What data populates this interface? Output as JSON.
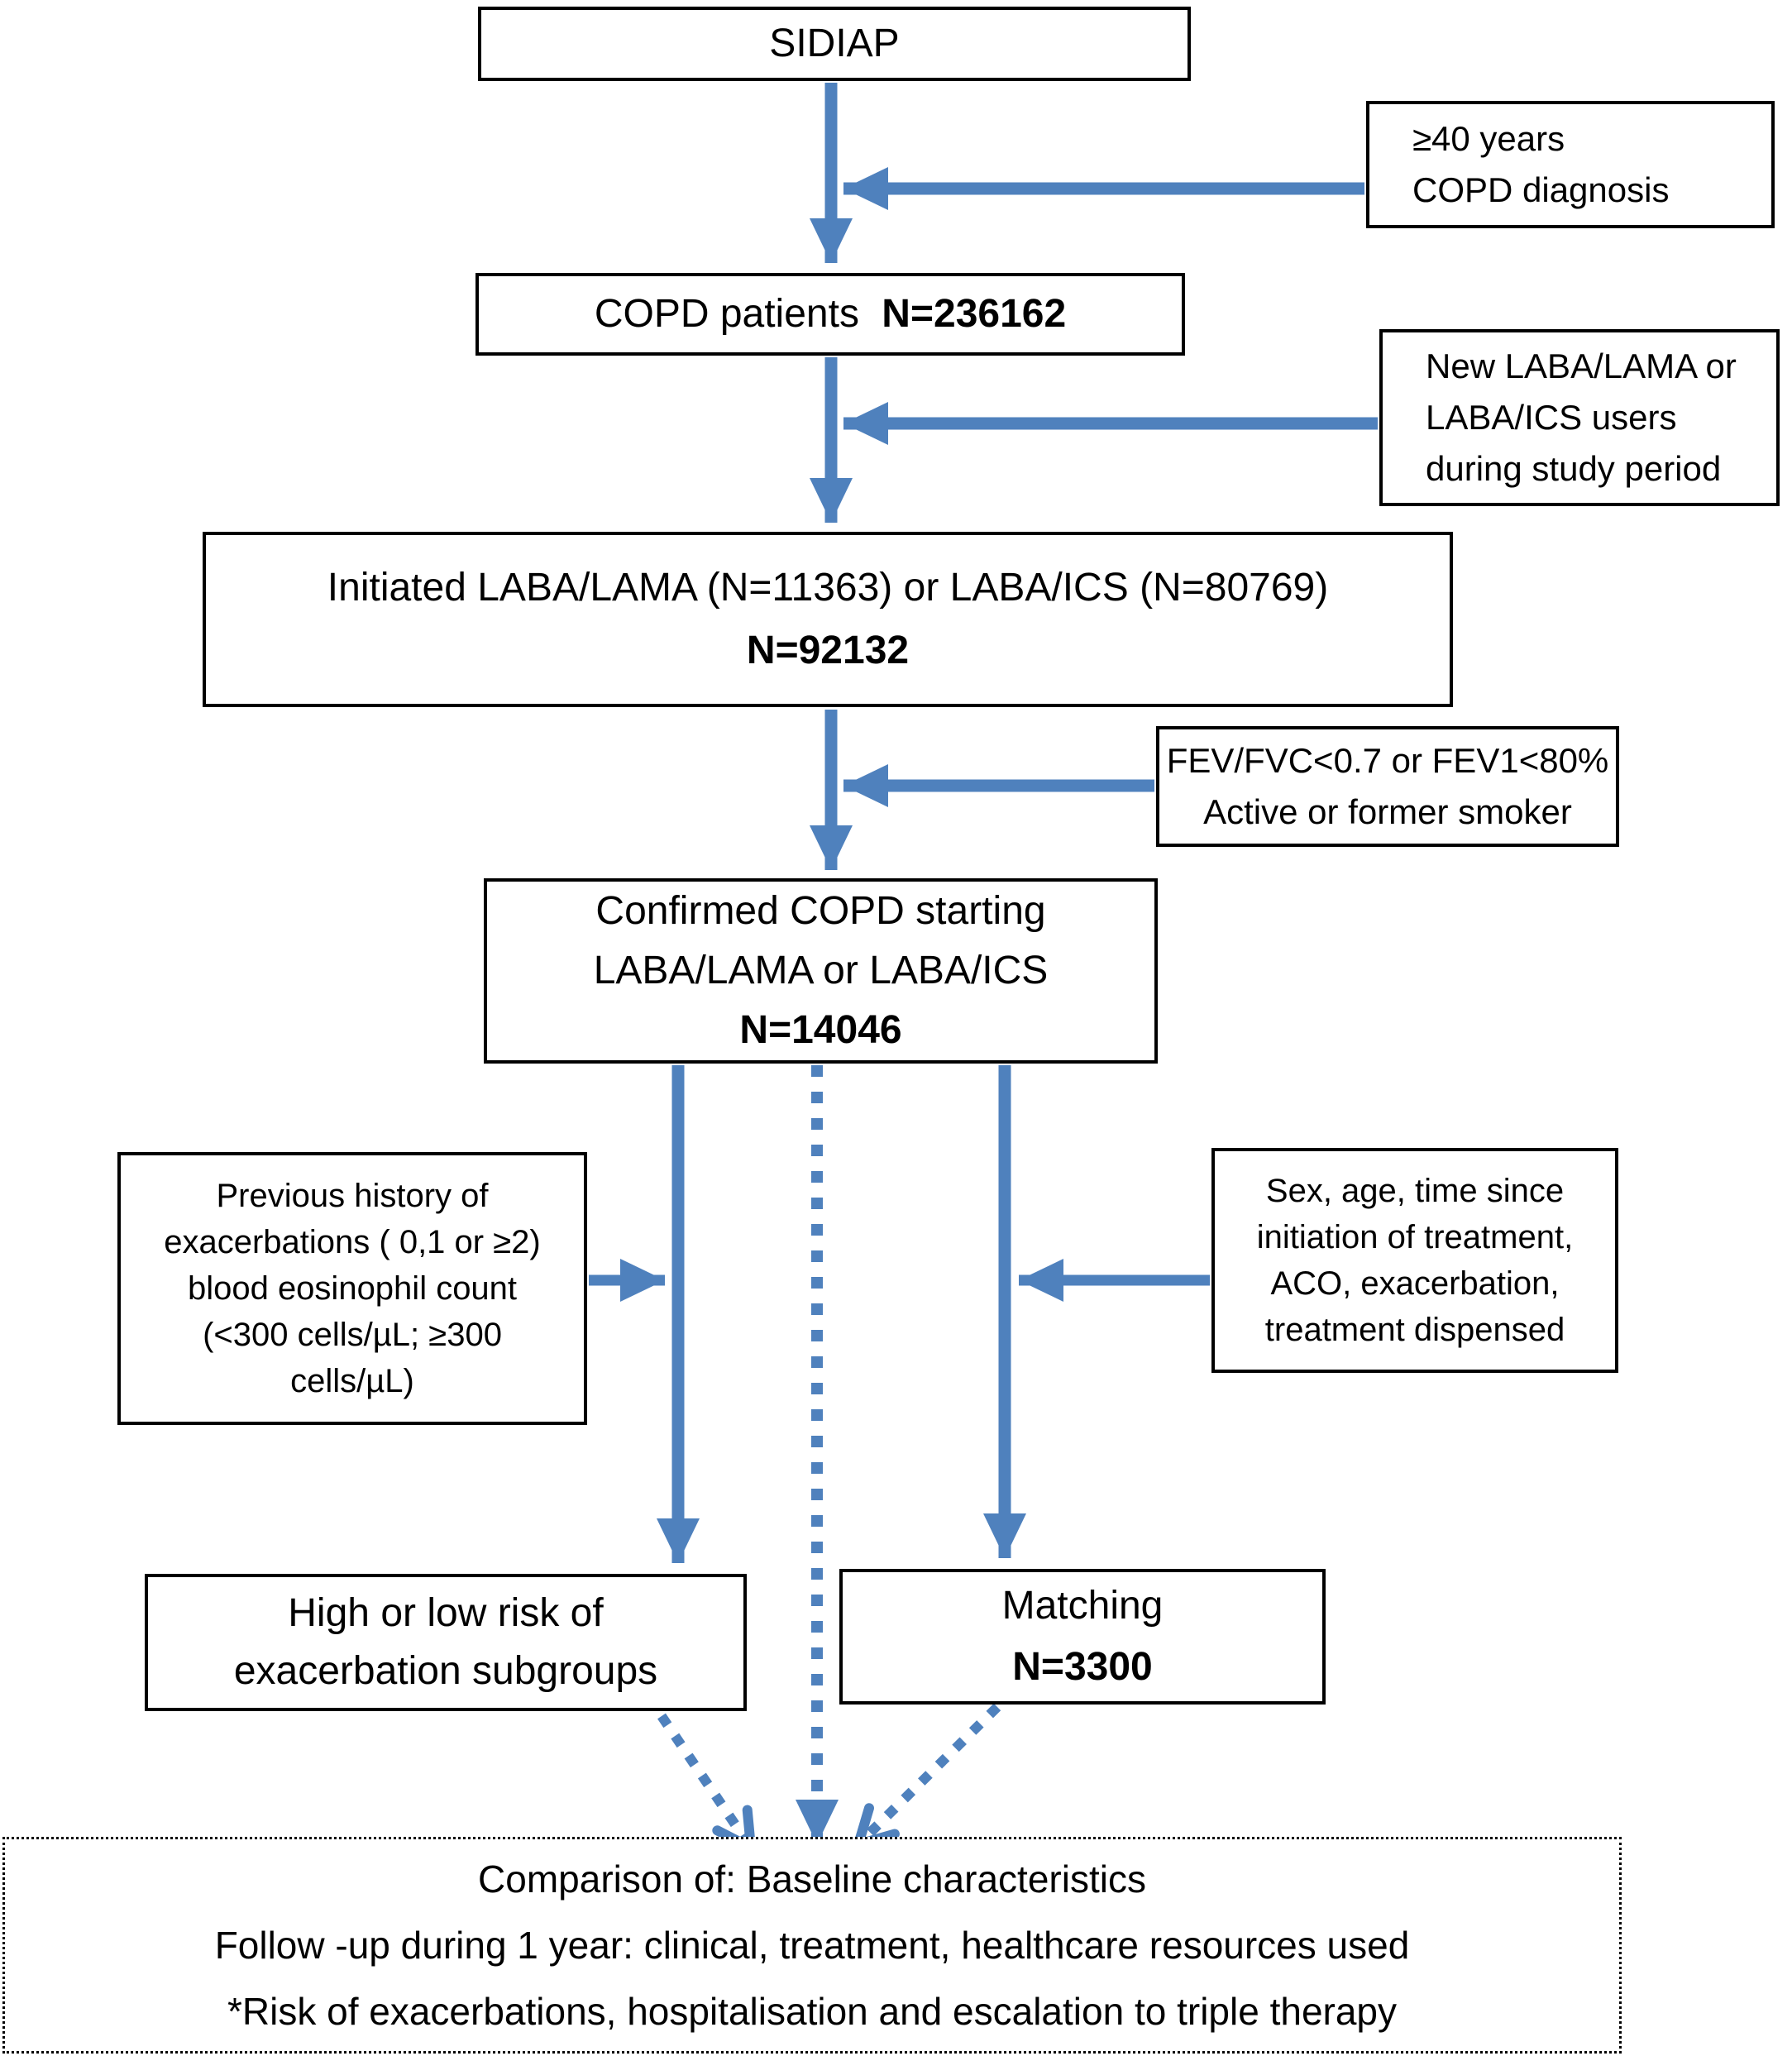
{
  "colors": {
    "arrow": "#4f81bd",
    "border": "#000000",
    "background": "#ffffff",
    "text": "#000000"
  },
  "boxes": {
    "sidiap": {
      "line1": "SIDIAP"
    },
    "age_criteria": {
      "line1": "≥40 years",
      "line2": "COPD diagnosis"
    },
    "copd_patients": {
      "label": "COPD patients",
      "n": "N=236162"
    },
    "new_user_criteria": {
      "line1": "New LABA/LAMA or",
      "line2": "LABA/ICS users",
      "line3": "during study period"
    },
    "initiated": {
      "line1": "Initiated LABA/LAMA (N=11363) or LABA/ICS (N=80769)",
      "n": "N=92132"
    },
    "spirometry_criteria": {
      "line1": "FEV/FVC<0.7 or FEV1<80%",
      "line2": "Active or former smoker"
    },
    "confirmed": {
      "line1": "Confirmed COPD starting",
      "line2": "LABA/LAMA or LABA/ICS",
      "n": "N=14046"
    },
    "exacerbation_history": {
      "line1": "Previous history of",
      "line2": "exacerbations ( 0,1 or ≥2)",
      "line3": "blood eosinophil count",
      "line4": "(<300 cells/µL; ≥300",
      "line5": "cells/µL)"
    },
    "matching_variables": {
      "line1": "Sex, age, time since",
      "line2": "initiation of treatment,",
      "line3": "ACO, exacerbation,",
      "line4": "treatment dispensed"
    },
    "risk_subgroups": {
      "line1": "High or low risk of",
      "line2": "exacerbation subgroups"
    },
    "matching": {
      "line1": "Matching",
      "n": "N=3300"
    },
    "comparison": {
      "line1": "Comparison of: Baseline characteristics",
      "line2": "Follow -up during 1 year: clinical, treatment, healthcare resources used",
      "line3": "*Risk of exacerbations, hospitalisation and escalation to triple therapy"
    }
  }
}
